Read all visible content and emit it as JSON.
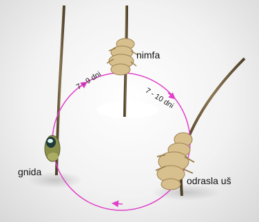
{
  "labels": {
    "nymph": "nimfa",
    "nit": "gnida",
    "adult": "odrasla uš"
  },
  "durations": {
    "nit_to_nymph": "7 - 9 dni",
    "nymph_to_adult": "7 - 10 dni"
  },
  "colors": {
    "cycle_arrow": "#e040c8",
    "hair": "#6b5a3c",
    "louse_body": "#d8bf8e",
    "nit_shell": "#8a8f4a"
  }
}
